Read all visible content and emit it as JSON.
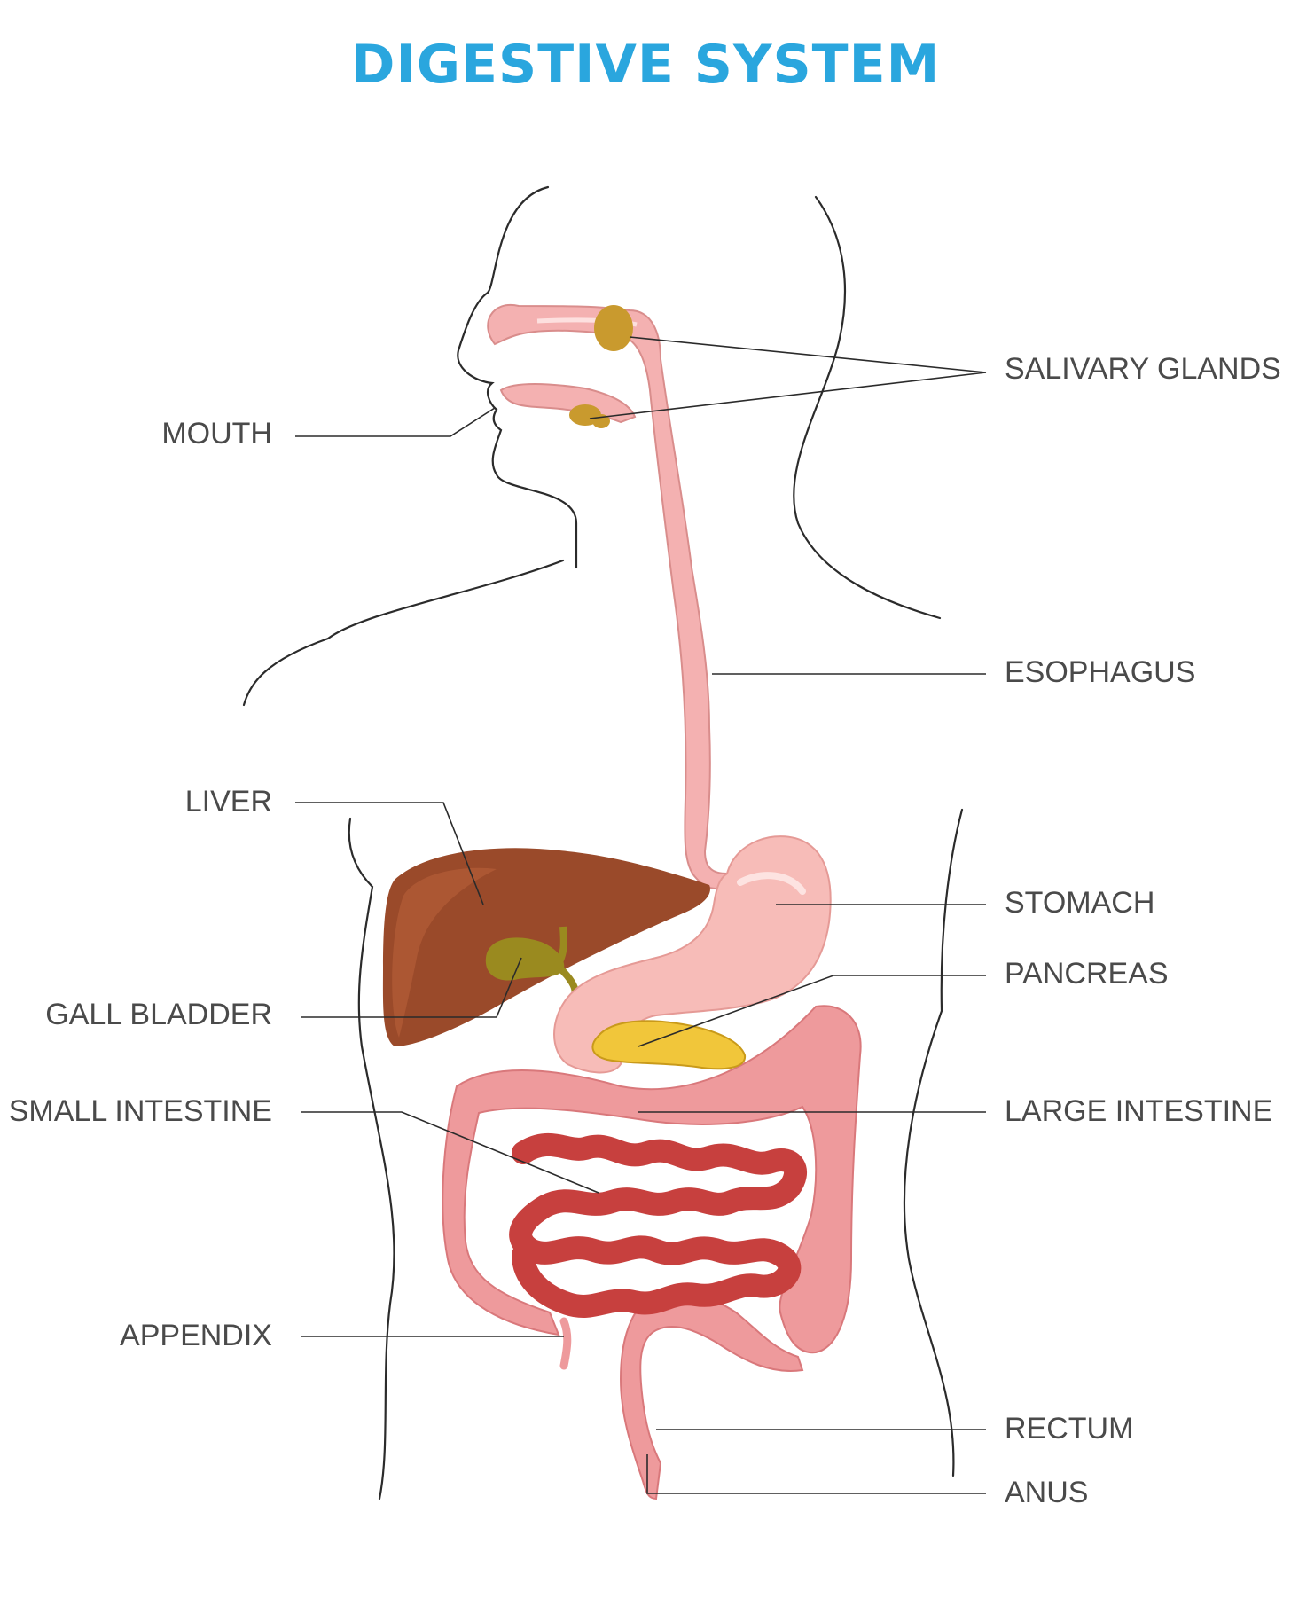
{
  "title": "DIGESTIVE SYSTEM",
  "colors": {
    "title": "#2aa6de",
    "outline": "#2b2b2b",
    "esophagus": "#f4b1b1",
    "stomach": "#f7bcb8",
    "liver": "#9a4a2a",
    "gall_bladder": "#9a8a1f",
    "pancreas": "#f1c63a",
    "small_intestine": "#c7403e",
    "large_intestine": "#ee9a9c",
    "salivary_glands": "#c99a2e",
    "label_text": "#4a4a4a"
  },
  "labels": {
    "salivary_glands": "SALIVARY GLANDS",
    "mouth": "MOUTH",
    "esophagus": "ESOPHAGUS",
    "liver": "LIVER",
    "stomach": "STOMACH",
    "pancreas": "PANCREAS",
    "gall_bladder": "GALL BLADDER",
    "small_intestine": "SMALL INTESTINE",
    "large_intestine": "LARGE INTESTINE",
    "appendix": "APPENDIX",
    "rectum": "RECTUM",
    "anus": "ANUS"
  }
}
